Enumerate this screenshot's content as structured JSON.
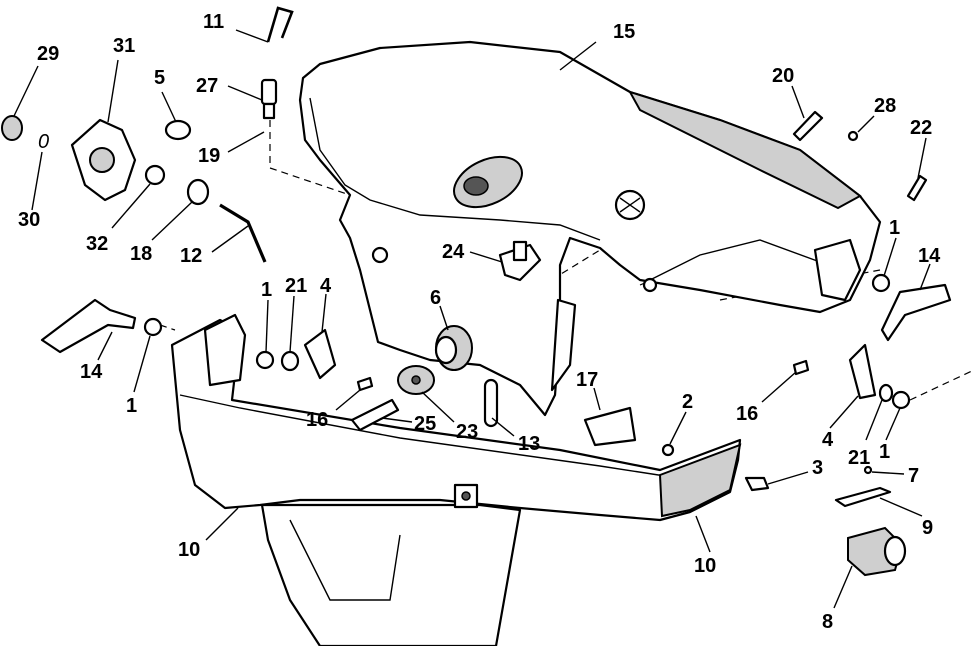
{
  "callouts": [
    {
      "id": "c11",
      "text": "11"
    },
    {
      "id": "c15",
      "text": "15"
    },
    {
      "id": "c29",
      "text": "29"
    },
    {
      "id": "c31",
      "text": "31"
    },
    {
      "id": "c5",
      "text": "5"
    },
    {
      "id": "c27",
      "text": "27"
    },
    {
      "id": "c19",
      "text": "19"
    },
    {
      "id": "c20",
      "text": "20"
    },
    {
      "id": "c28",
      "text": "28"
    },
    {
      "id": "c22",
      "text": "22"
    },
    {
      "id": "c30a",
      "text": "0"
    },
    {
      "id": "c30",
      "text": "30"
    },
    {
      "id": "c32",
      "text": "32"
    },
    {
      "id": "c18",
      "text": "18"
    },
    {
      "id": "c12",
      "text": "12"
    },
    {
      "id": "c24",
      "text": "24"
    },
    {
      "id": "c1a",
      "text": "1"
    },
    {
      "id": "c21a",
      "text": "21"
    },
    {
      "id": "c4a",
      "text": "4"
    },
    {
      "id": "c6",
      "text": "6"
    },
    {
      "id": "c1b",
      "text": "1"
    },
    {
      "id": "c14b",
      "text": "14"
    },
    {
      "id": "c14a",
      "text": "14"
    },
    {
      "id": "c1c",
      "text": "1"
    },
    {
      "id": "c17",
      "text": "17"
    },
    {
      "id": "c2",
      "text": "2"
    },
    {
      "id": "c16b",
      "text": "16"
    },
    {
      "id": "c16a",
      "text": "16"
    },
    {
      "id": "c25",
      "text": "25"
    },
    {
      "id": "c23",
      "text": "23"
    },
    {
      "id": "c13",
      "text": "13"
    },
    {
      "id": "c4b",
      "text": "4"
    },
    {
      "id": "c21b",
      "text": "21"
    },
    {
      "id": "c1d",
      "text": "1"
    },
    {
      "id": "c3",
      "text": "3"
    },
    {
      "id": "c7",
      "text": "7"
    },
    {
      "id": "c9",
      "text": "9"
    },
    {
      "id": "c10a",
      "text": "10"
    },
    {
      "id": "c10b",
      "text": "10"
    },
    {
      "id": "c8",
      "text": "8"
    }
  ]
}
